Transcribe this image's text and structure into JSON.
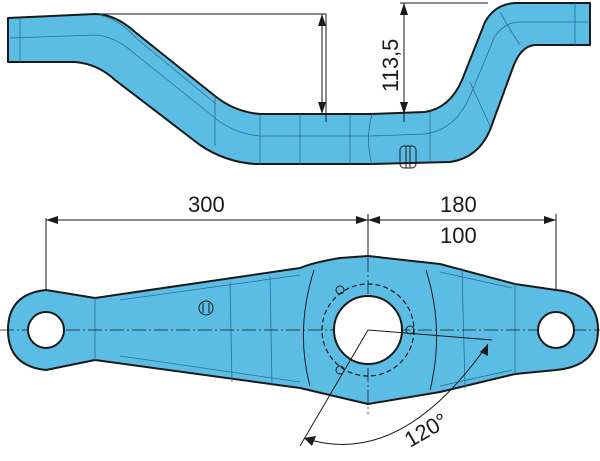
{
  "figure": {
    "type": "technical-drawing",
    "colors": {
      "part_fill": "#5bbde4",
      "outline": "#1a1a1a",
      "background": "#ffffff"
    }
  },
  "dimensions": {
    "height": "113,5",
    "length_left": "300",
    "length_right_upper": "180",
    "length_right_lower": "100",
    "angle": "120°"
  }
}
